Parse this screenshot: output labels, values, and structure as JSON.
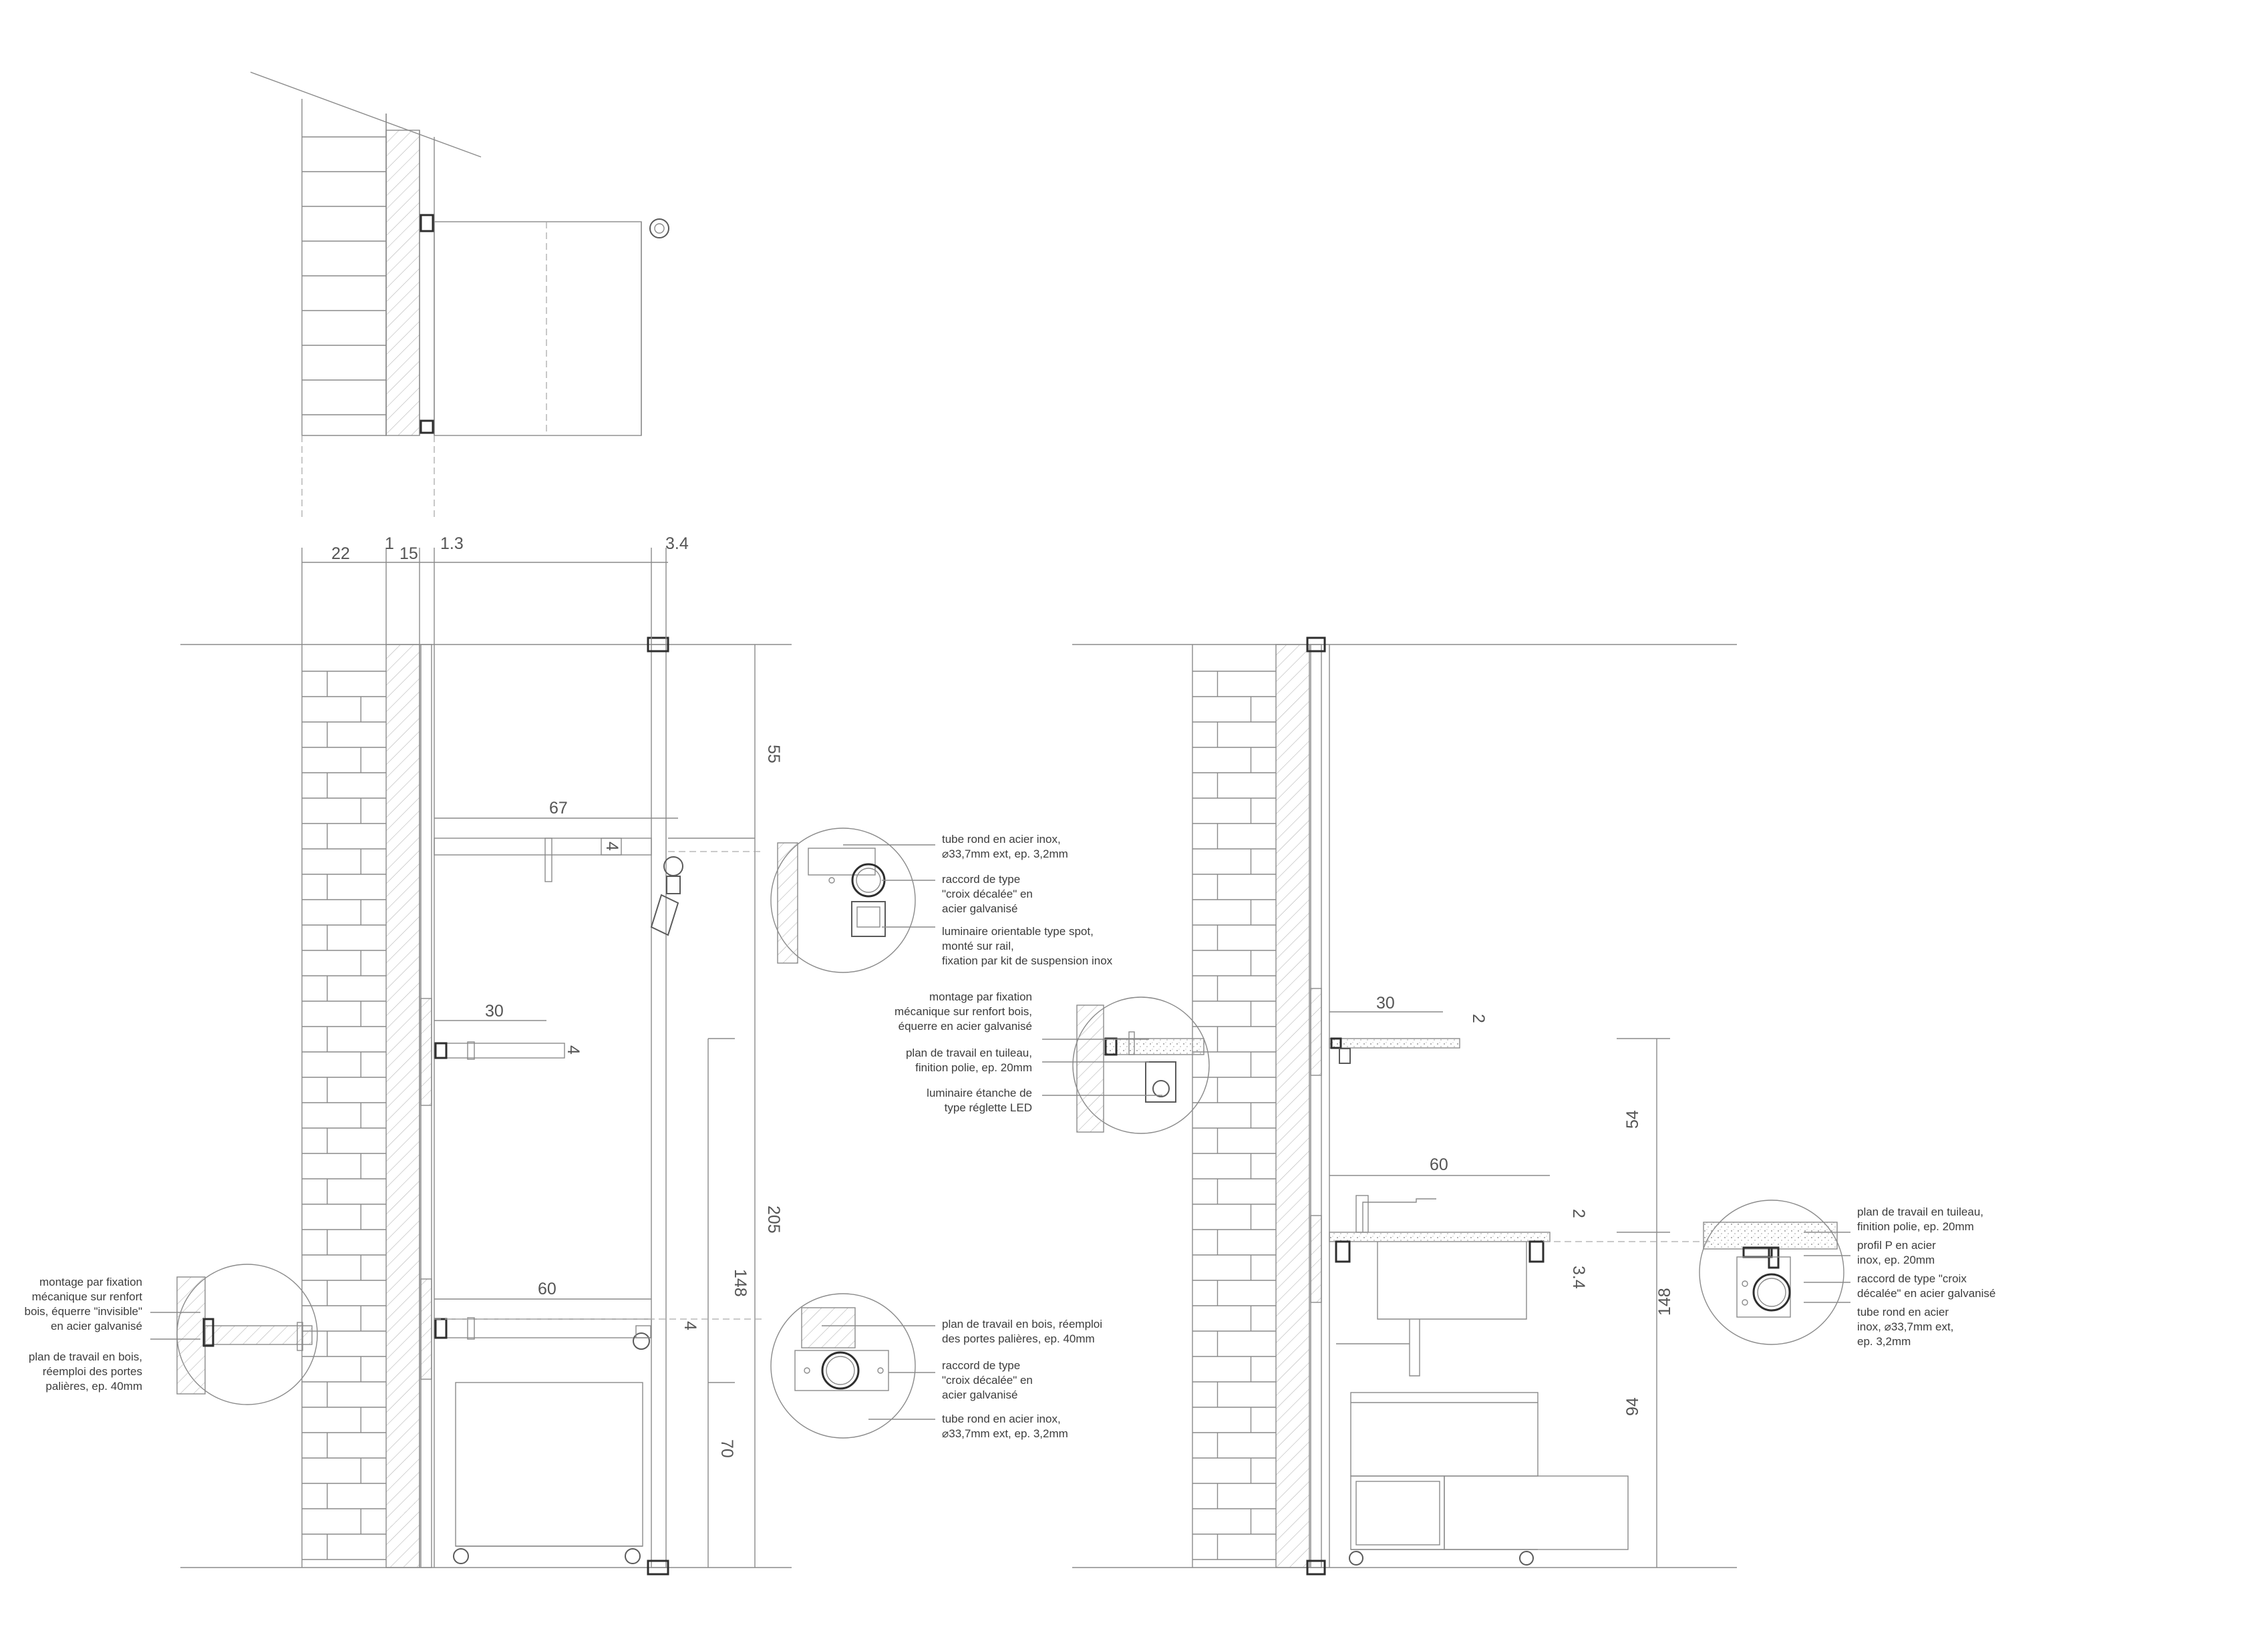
{
  "dimensions": {
    "wall_brick": "22",
    "wall_air": "1",
    "wall_insulation": "15",
    "wall_finish": "1.3",
    "post_width": "3.4",
    "upper_zone": "55",
    "upper_rail_length": "67",
    "upper_rail_depth": "4",
    "shelf_length": "30",
    "shelf_depth": "4",
    "total_height": "205",
    "counter_height_148": "148",
    "worktop_length": "60",
    "worktop_depth": "4",
    "lower_zone": "70",
    "right_shelf_length": "30",
    "right_shelf_thickness": "2",
    "right_upper_zone": "54",
    "right_worktop_length": "60",
    "right_worktop_thickness": "2",
    "right_post_width": "3.4",
    "right_total_height": "148",
    "right_lower_zone": "94"
  },
  "callouts": {
    "tube_top": [
      "tube rond en acier inox,",
      "⌀33,7mm ext, ep. 3,2mm"
    ],
    "croix_top": [
      "raccord de type",
      "\"croix décalée\" en",
      "acier galvanisé"
    ],
    "spot": [
      "luminaire orientable type spot,",
      "monté sur rail,",
      "fixation par kit de suspension inox"
    ],
    "fixing_right": [
      "montage par fixation",
      "mécanique sur renfort bois,",
      "équerre en acier galvanisé"
    ],
    "tiled_worktop_right": [
      "plan de travail en tuileau,",
      "finition polie, ep. 20mm"
    ],
    "led": [
      "luminaire étanche de",
      "type réglette LED"
    ],
    "fixing_left": [
      "montage par fixation",
      "mécanique sur renfort",
      "bois, équerre \"invisible\"",
      "en acier galvanisé"
    ],
    "wood_worktop_left": [
      "plan de travail en bois,",
      "réemploi des portes",
      "palières, ep. 40mm"
    ],
    "wood_worktop_mid": [
      "plan de travail en bois, réemploi",
      "des portes palières, ep. 40mm"
    ],
    "croix_mid": [
      "raccord de type",
      "\"croix décalée\" en",
      "acier galvanisé"
    ],
    "tube_mid": [
      "tube rond en acier inox,",
      "⌀33,7mm ext, ep. 3,2mm"
    ],
    "tiled_worktop_far": [
      "plan de travail en tuileau,",
      "finition polie, ep. 20mm"
    ],
    "profile_p": [
      "profil P en acier",
      "inox, ep. 20mm"
    ],
    "croix_far": [
      "raccord de type \"croix",
      "décalée\" en acier galvanisé"
    ],
    "tube_far": [
      "tube rond en acier",
      "inox, ⌀33,7mm ext,",
      "ep. 3,2mm"
    ]
  }
}
